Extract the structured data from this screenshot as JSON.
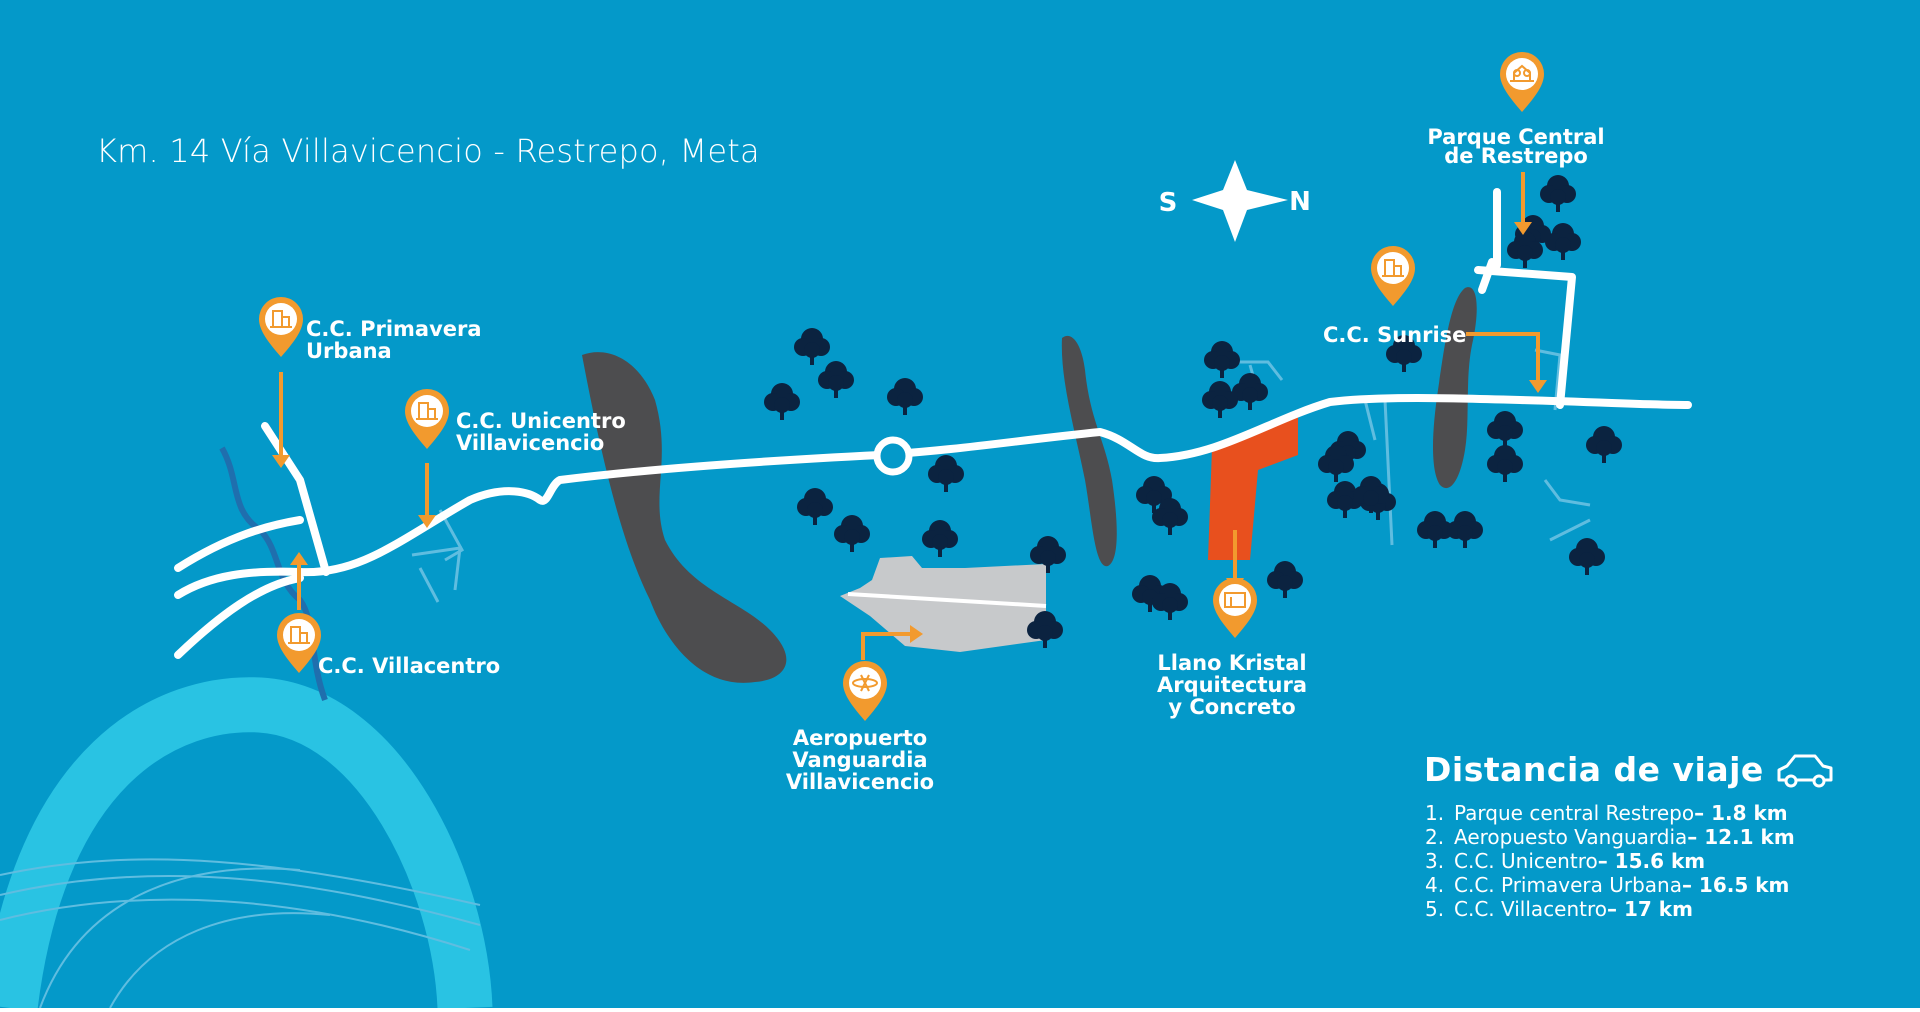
{
  "location_title": "Km. 14 Vía Villavicencio - Restrepo, Meta",
  "compass": {
    "left": "S",
    "right": "N"
  },
  "places": {
    "primavera": {
      "line1": "C.C. Primavera",
      "line2": "Urbana",
      "icon": "building-icon"
    },
    "unicentro": {
      "line1": "C.C. Unicentro",
      "line2": "Villavicencio",
      "icon": "building-icon"
    },
    "villacentro": {
      "line1": "C.C. Villacentro",
      "icon": "building-icon"
    },
    "aeropuerto": {
      "line1": "Aeropuerto",
      "line2": "Vanguardia",
      "line3": "Villavicencio",
      "icon": "plane-icon"
    },
    "llano": {
      "line1": "Llano Kristal",
      "line2": "Arquitectura",
      "line3": "y Concreto",
      "icon": "building-icon"
    },
    "sunrise": {
      "line1": "C.C. Sunrise",
      "icon": "building-icon"
    },
    "parque": {
      "line1": "Parque Central",
      "line2": "de Restrepo",
      "icon": "park-icon"
    }
  },
  "legend": {
    "title": "Distancia de viaje",
    "icon": "car-icon",
    "items": [
      {
        "num": "1.",
        "name": "Parque central Restrepo",
        "dist": "– 1.8 km"
      },
      {
        "num": "2.",
        "name": "Aeropuesto Vanguardia",
        "dist": "– 12.1 km"
      },
      {
        "num": "3.",
        "name": "C.C. Unicentro",
        "dist": "– 15.6 km"
      },
      {
        "num": "4.",
        "name": "C.C. Primavera Urbana",
        "dist": "– 16.5 km"
      },
      {
        "num": "5.",
        "name": "C.C. Villacentro",
        "dist": "– 17 km"
      }
    ]
  },
  "colors": {
    "background": "#0499C9",
    "road": "#FFFFFF",
    "pin": "#F29A2E",
    "arrow": "#F29A2E",
    "site": "#E8501E",
    "forest_strip": "#4D4D4F",
    "airport": "#C7C9CB",
    "tree": "#0B2340",
    "river_light": "#29C3E3",
    "minor_street": "#5FBDE0"
  }
}
